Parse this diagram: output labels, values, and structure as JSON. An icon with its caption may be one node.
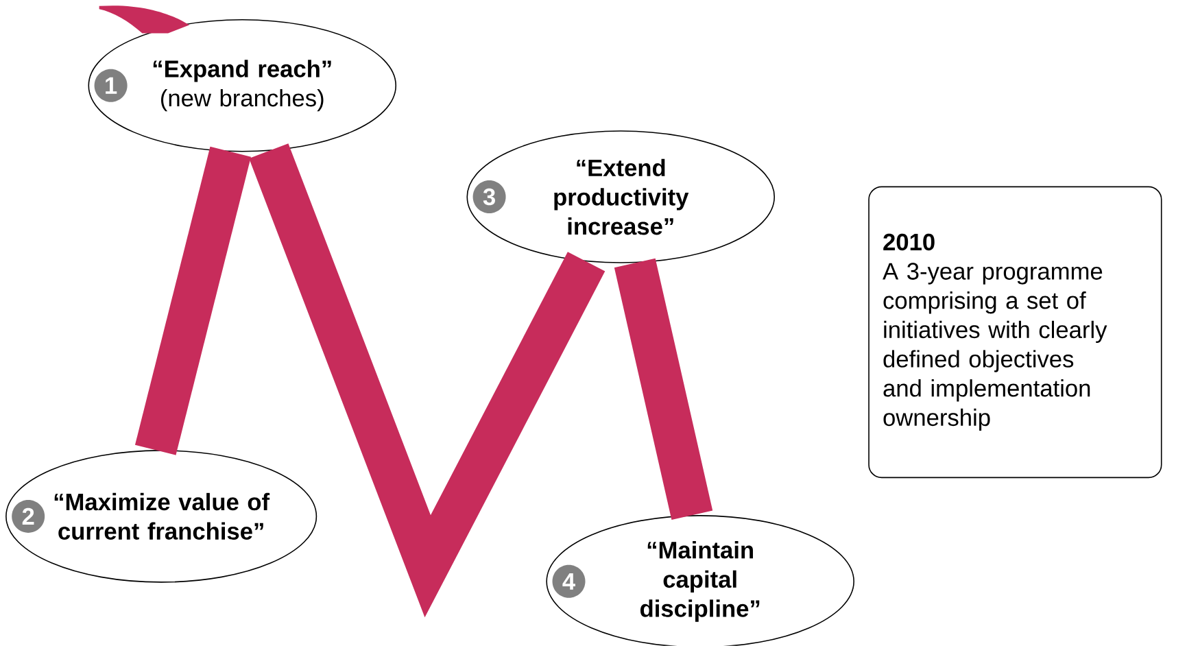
{
  "diagram": {
    "nodes": [
      {
        "text": [
          "“Expand reach”",
          "(new branches)"
        ]
      },
      {
        "text": [
          "1"
        ],
        "in": 0
      },
      {
        "text": [
          "“Extend productivity increase”"
        ]
      },
      {
        "text": [
          "3"
        ],
        "in": 2
      },
      {
        "text": [
          "2010",
          "A 3-year programme comprising a set of initiatives with clearly defined objectives and implementation ownership"
        ]
      },
      {
        "text": [
          "“Maximize value of current franchise”"
        ]
      },
      {
        "text": [
          "2"
        ],
        "in": 5
      },
      {
        "text": [
          "“Maintain capital discipline”"
        ]
      },
      {
        "text": [
          "4"
        ],
        "in": 7
      }
    ],
    "edges": [
      {
        "from": 0,
        "to": 5,
        "arrow": "none"
      },
      {
        "from": 0,
        "to": 2,
        "arrow": "none"
      },
      {
        "from": 2,
        "to": 7,
        "arrow": "none"
      }
    ]
  }
}
